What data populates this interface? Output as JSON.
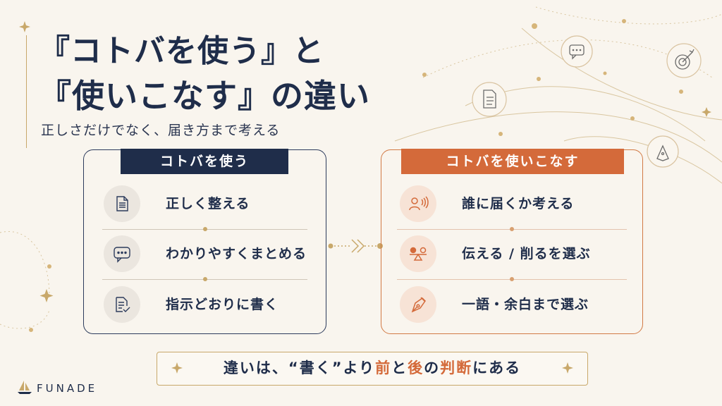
{
  "title": {
    "line1": "『コトバを使う』と",
    "line2": "『使いこなす』の違い"
  },
  "subtitle": "正しさだけでなく、届き方まで考える",
  "left_card": {
    "header": "コトバを使う",
    "items": [
      {
        "label": "正しく整える",
        "icon": "document-icon"
      },
      {
        "label": "わかりやすくまとめる",
        "icon": "speech-bubble-icon"
      },
      {
        "label": "指示どおりに書く",
        "icon": "checklist-icon"
      }
    ]
  },
  "right_card": {
    "header": "コトバを使いこなす",
    "items": [
      {
        "label": "誰に届くか考える",
        "icon": "person-voice-icon"
      },
      {
        "label": "伝える / 削るを選ぶ",
        "icon": "balance-icon"
      },
      {
        "label": "一語・余白まで選ぶ",
        "icon": "pen-nib-icon"
      }
    ]
  },
  "footer": {
    "prefix": "違いは、“書く”より",
    "highlight1": "前",
    "mid1": "と",
    "highlight2": "後",
    "mid2": "の",
    "highlight3": "判断",
    "suffix": "にある"
  },
  "brand": "FUNADE",
  "colors": {
    "navy": "#1f2d4a",
    "orange": "#d46a3a",
    "gold": "#c8a86a",
    "background": "#f9f5ee"
  }
}
